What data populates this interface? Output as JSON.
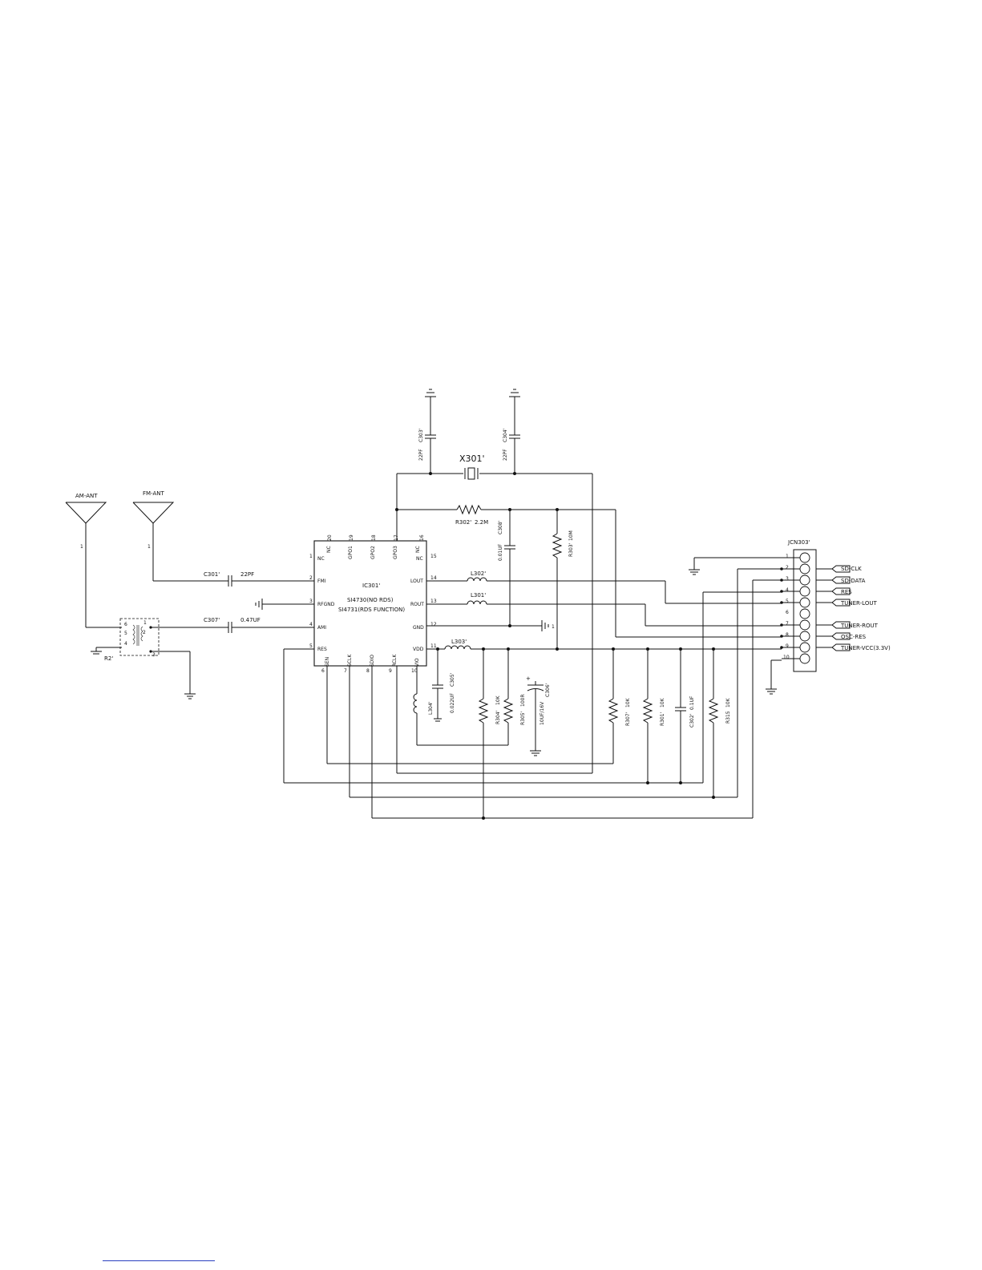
{
  "antennas": {
    "am": "AM-ANT",
    "fm": "FM-ANT"
  },
  "ic": {
    "ref": "IC301'",
    "part_line1": "SI4730(NO RDS)",
    "part_line2": "SI4731(RDS FUNCTION)",
    "pins": {
      "p1": {
        "num": "1",
        "name": "NC"
      },
      "p2": {
        "num": "2",
        "name": "FMI"
      },
      "p3": {
        "num": "3",
        "name": "RFGND"
      },
      "p4": {
        "num": "4",
        "name": "AMI"
      },
      "p5": {
        "num": "5",
        "name": "RES"
      },
      "p6": {
        "num": "6",
        "name": "SEN"
      },
      "p7": {
        "num": "7",
        "name": "SCLK"
      },
      "p8": {
        "num": "8",
        "name": "SDIO"
      },
      "p9": {
        "num": "9",
        "name": "RCLK"
      },
      "p10": {
        "num": "10",
        "name": "VIO"
      },
      "p11": {
        "num": "11",
        "name": "VDD"
      },
      "p12": {
        "num": "12",
        "name": "GND"
      },
      "p13": {
        "num": "13",
        "name": "ROUT"
      },
      "p14": {
        "num": "14",
        "name": "LOUT"
      },
      "p15": {
        "num": "15",
        "name": "NC"
      },
      "p16": {
        "num": "16",
        "name": "NC"
      },
      "p17": {
        "num": "17",
        "name": "GPO3"
      },
      "p18": {
        "num": "18",
        "name": "GPO2"
      },
      "p19": {
        "num": "19",
        "name": "GPO1"
      },
      "p20": {
        "num": "20",
        "name": "NC"
      }
    }
  },
  "components": {
    "c301": {
      "ref": "C301'",
      "value": "22PF"
    },
    "c307": {
      "ref": "C307'",
      "value": "0.47UF"
    },
    "c303": {
      "ref": "C303'",
      "value": "22PF"
    },
    "c304": {
      "ref": "C304'",
      "value": "22PF"
    },
    "x301": {
      "ref": "X301'"
    },
    "r302": {
      "ref": "R302'",
      "value": "2.2M"
    },
    "c308": {
      "ref": "C308'",
      "value": "0.01UF"
    },
    "r303": {
      "ref": "R303'",
      "value": "10M"
    },
    "l302": {
      "ref": "L302'"
    },
    "l301": {
      "ref": "L301'"
    },
    "l303": {
      "ref": "L303'"
    },
    "l304": {
      "ref": "L304'"
    },
    "c305": {
      "ref": "C305'",
      "value": "0.022UF"
    },
    "r304": {
      "ref": "R304'",
      "value": "10K"
    },
    "r305": {
      "ref": "R305'",
      "value": "100R"
    },
    "c306": {
      "ref": "C306'",
      "value": "10UF/16V",
      "polarity": "+"
    },
    "r307": {
      "ref": "R307'",
      "value": "10K"
    },
    "r301": {
      "ref": "R301'",
      "value": "10K"
    },
    "c302": {
      "ref": "C302'",
      "value": "0.1UF"
    },
    "r315": {
      "ref": "R315",
      "value": "10K"
    },
    "r2": {
      "ref": "R2'"
    }
  },
  "transformer": {
    "pins": [
      "6",
      "5",
      "4",
      "1",
      "2",
      "3"
    ]
  },
  "connector": {
    "ref": "JCN303'",
    "pins": [
      "1",
      "2",
      "3",
      "4",
      "5",
      "6",
      "7",
      "8",
      "9",
      "10"
    ],
    "signals": {
      "p2": "SD-CLK",
      "p3": "SD-DATA",
      "p4": "RES",
      "p5": "TUNER-LOUT",
      "p7": "TUNER-ROUT",
      "p8": "OSC-RES",
      "p9": "TUNER-VCC(3.3V)"
    }
  },
  "misc": {
    "antenna_pin": "1",
    "gnd_pin": "1"
  }
}
